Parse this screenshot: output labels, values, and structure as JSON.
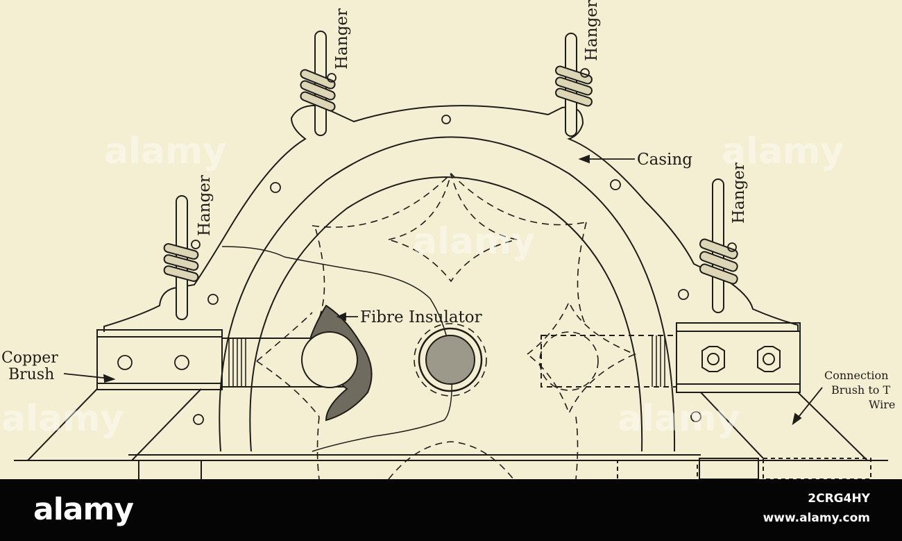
{
  "diagram": {
    "labels": {
      "hanger": "Hanger",
      "casing": "Casing",
      "fibre_insulator": "Fibre Insulator",
      "copper_brush_line1": "Copper",
      "copper_brush_line2": "Brush",
      "connection_line1": "Connection",
      "connection_line2": "Brush to T",
      "connection_line3": "Wire"
    },
    "watermark": "alamy"
  },
  "footer": {
    "logo": "alamy",
    "image_id": "2CRG4HY",
    "site": "www.alamy.com"
  },
  "colors": {
    "paper": "#f4eed2",
    "ink": "#1d1c18",
    "footer_bg": "#050505"
  }
}
